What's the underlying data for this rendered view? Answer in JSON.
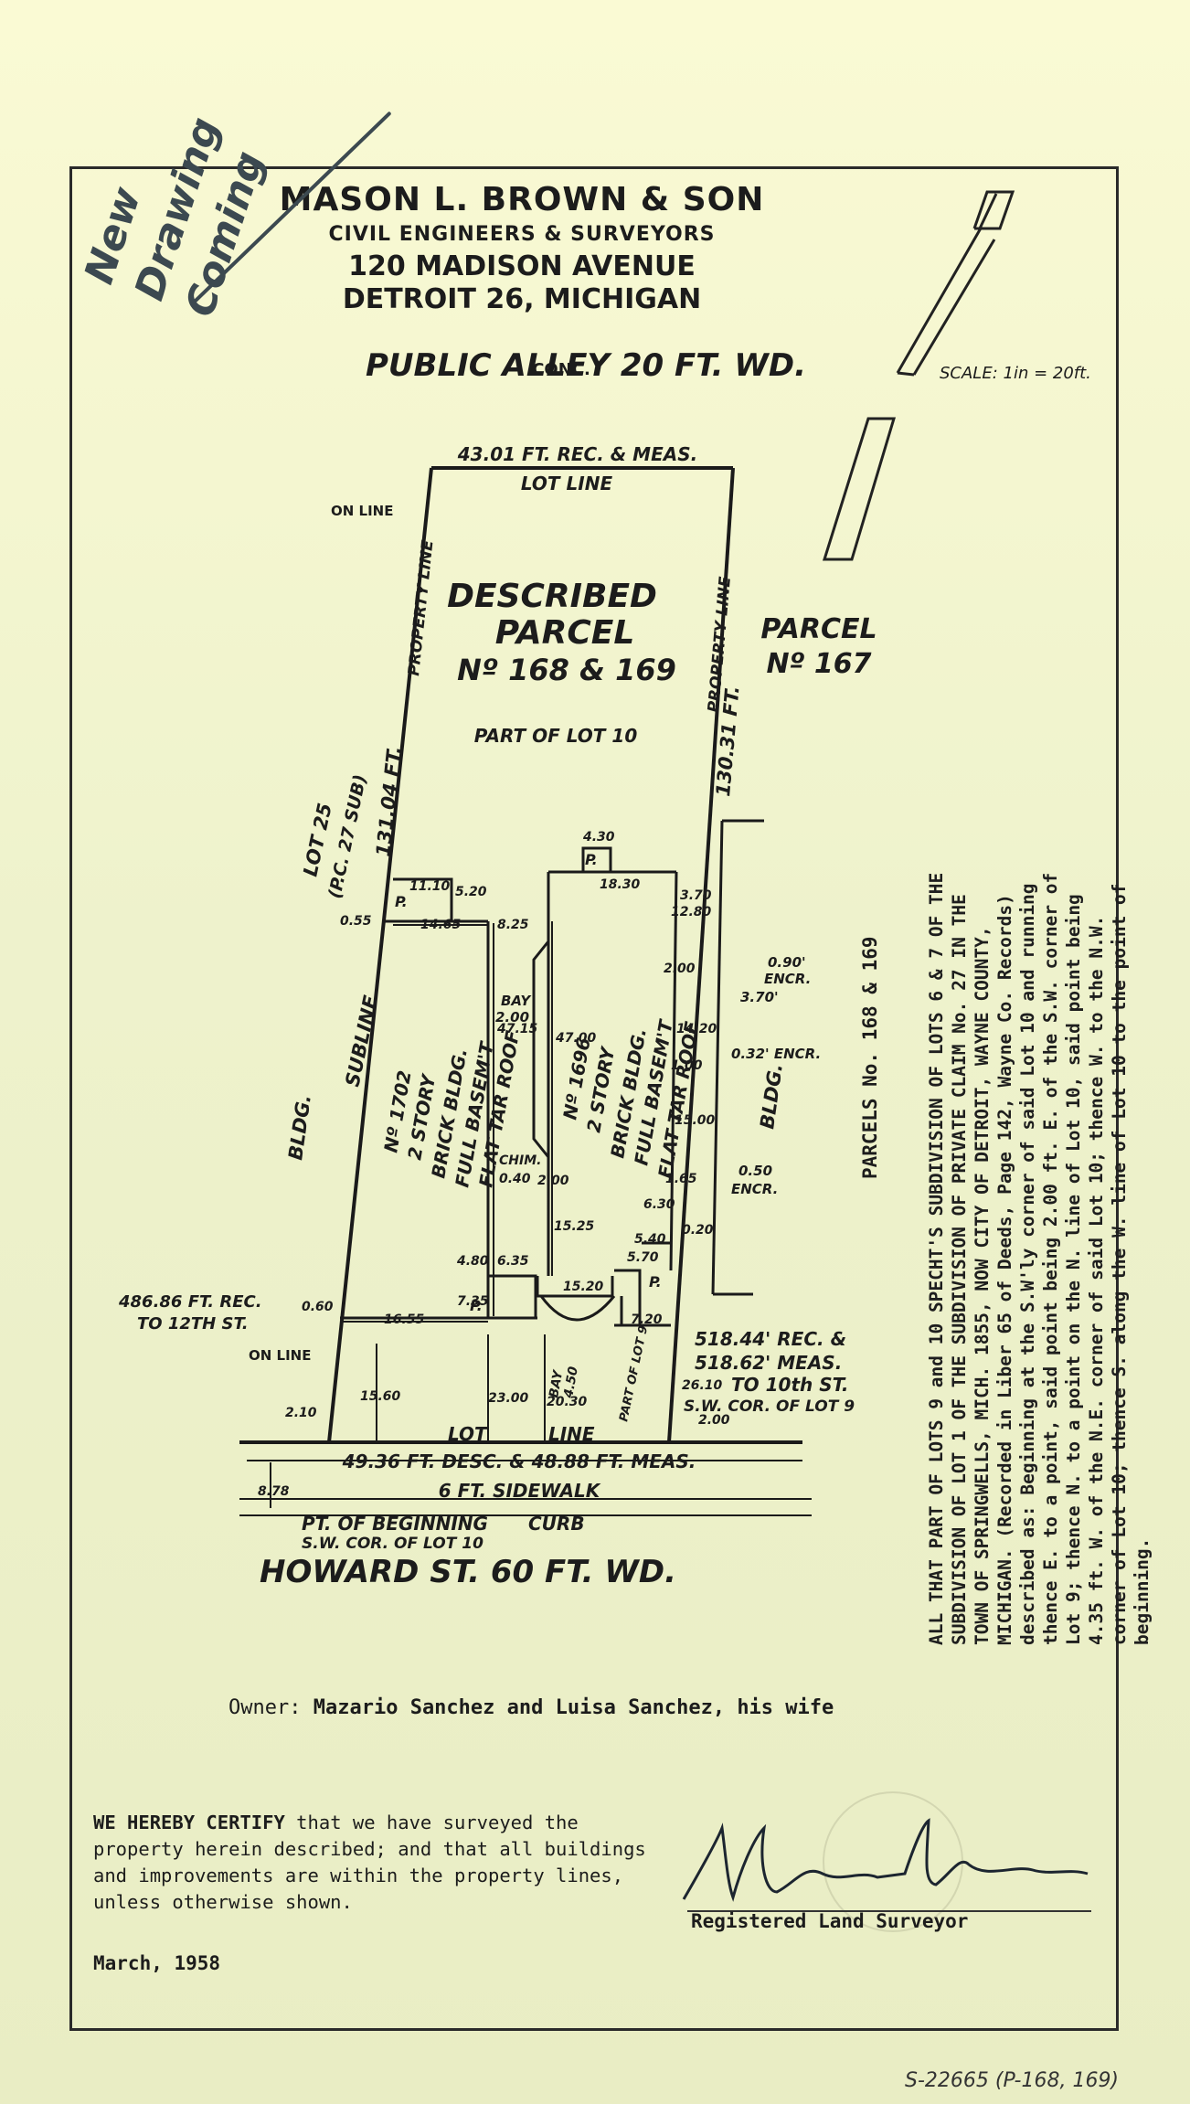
{
  "header": {
    "firm": "MASON L. BROWN & SON",
    "subtitle": "CIVIL ENGINEERS & SURVEYORS",
    "address1": "120 MADISON AVENUE",
    "address2": "DETROIT 26, MICHIGAN"
  },
  "note": [
    "New",
    "Drawing",
    "Coming"
  ],
  "scale": "SCALE: 1in = 20ft.",
  "streets": {
    "top": "PUBLIC ALLEY  20 FT. WD.",
    "top_surface": "CONC.",
    "bottom": "HOWARD ST.   60 FT. WD.",
    "sidewalk": "6 FT.  SIDEWALK",
    "curb": "CURB"
  },
  "plan": {
    "top_dim": "43.01 FT. REC. & MEAS.",
    "top_lot_line": "LOT LINE",
    "on_line_top": "ON LINE",
    "on_line_bottom": "ON LINE",
    "described_1": "DESCRIBED",
    "described_2": "PARCEL",
    "described_3": "Nº 168 & 169",
    "part_of_lot": "PART OF LOT 10",
    "parcel_167_a": "PARCEL",
    "parcel_167_b": "Nº 167",
    "property_line_left": "PROPERTY LINE",
    "property_line_right": "PROPERTY LINE",
    "left_dim": "131.04 FT.",
    "right_dim": "130.31 FT.",
    "lot25_a": "LOT 25",
    "lot25_b": "(P.C. 27 SUB)",
    "subline": "SUBLINE",
    "bldg_left": "BLDG.",
    "bldg_right": "BLDG.",
    "bottom_dim": "49.36 FT. DESC. & 48.88 FT. MEAS.",
    "bottom_lot_line_a": "LOT",
    "bottom_lot_line_b": "LINE",
    "rec_left_a": "486.86 FT. REC.",
    "rec_left_b": "TO 12TH ST.",
    "rec_right_a": "518.44' REC. &",
    "rec_right_b": "518.62' MEAS.",
    "rec_right_c": "TO 10th ST.",
    "sw_cor_lot9": "S.W. COR. OF LOT 9",
    "part_of_lot9": "PART OF LOT 9",
    "pob_a": "PT. OF BEGINNING",
    "pob_b": "S.W. COR. OF LOT 10",
    "bldg1702": [
      "Nº 1702",
      "2 STORY",
      "BRICK BLDG.",
      "FULL BASEM'T",
      "FLAT TAR ROOF"
    ],
    "bldg1696": [
      "Nº 1696",
      "2 STORY",
      "BRICK BLDG.",
      "FULL BASEM'T",
      "FLAT TAR ROOF"
    ],
    "encr1_a": "0.90'",
    "encr1_b": "ENCR.",
    "encr2": "3.70'",
    "encr3": "0.32' ENCR.",
    "encr4_a": "0.50",
    "encr4_b": "ENCR.",
    "bay_top": "BAY",
    "bay_top_dim": "2.00",
    "bay_bottom": "BAY",
    "bay_bottom_dim": "4.50",
    "chim": "CHIM.",
    "dims": {
      "d1110": "11.10",
      "d520": "5.20",
      "d055": "0.55",
      "d1465": "14.65",
      "d825": "8.25",
      "d430": "4.30",
      "d1830": "18.30",
      "d370": "3.70",
      "d1280": "12.80",
      "d200a": "2.00",
      "d4715": "47.15",
      "d4700": "47.00",
      "d1420": "14.20",
      "d100": "1.00",
      "d1500": "15.00",
      "d040": "0.40",
      "d200b": "2.00",
      "d165": "1.65",
      "d1525": "15.25",
      "d630": "6.30",
      "d020": "0.20",
      "d540": "5.40",
      "d480": "4.80",
      "d635": "6.35",
      "d570": "5.70",
      "d1520": "15.20",
      "d060": "0.60",
      "d1655": "16.55",
      "d735": "7.35",
      "d720": "7.20",
      "d1560": "15.60",
      "d2300": "23.00",
      "d2030": "20.30",
      "d2610": "26.10",
      "d210": "2.10",
      "d200c": "2.00",
      "d878": "8.78",
      "p": "P."
    }
  },
  "parcels_side": "PARCELS No. 168 & 169",
  "legal": "ALL THAT PART OF LOTS 9 and 10 SPECHT'S SUBDIVISION OF LOTS 6 & 7 OF THE SUBDIVISION OF LOT 1 OF THE SUBDIVISION OF PRIVATE CLAIM No. 27 IN THE TOWN OF SPRINGWELLS, MICH. 1855, NOW CITY OF DETROIT, WAYNE COUNTY, MICHIGAN. (Recorded in Liber 65 of Deeds, Page 142, Wayne Co. Records) described as: Beginning at the S.W'ly corner of said Lot 10 and running thence E. to a point, said point being 2.00 ft. E. of the S.W. corner of Lot 9; thence N. to a point on the N. line of Lot 10, said point being 4.35 ft. W. of the N.E. corner of said Lot 10; thence W. to the N.W. corner of Lot 10; thence S. along the W. line of Lot 10 to the point of beginning.",
  "owner": {
    "label": "Owner:",
    "value": "Mazario Sanchez and Luisa Sanchez, his wife"
  },
  "certification": {
    "lead": "WE HEREBY CERTIFY",
    "body": " that we have surveyed the property herein described; and that all buildings and improvements are within the property lines, unless otherwise shown."
  },
  "date": "March, 1958",
  "signature_title": "Registered Land Surveyor",
  "file_no": "S-22665   (P-168, 169)"
}
